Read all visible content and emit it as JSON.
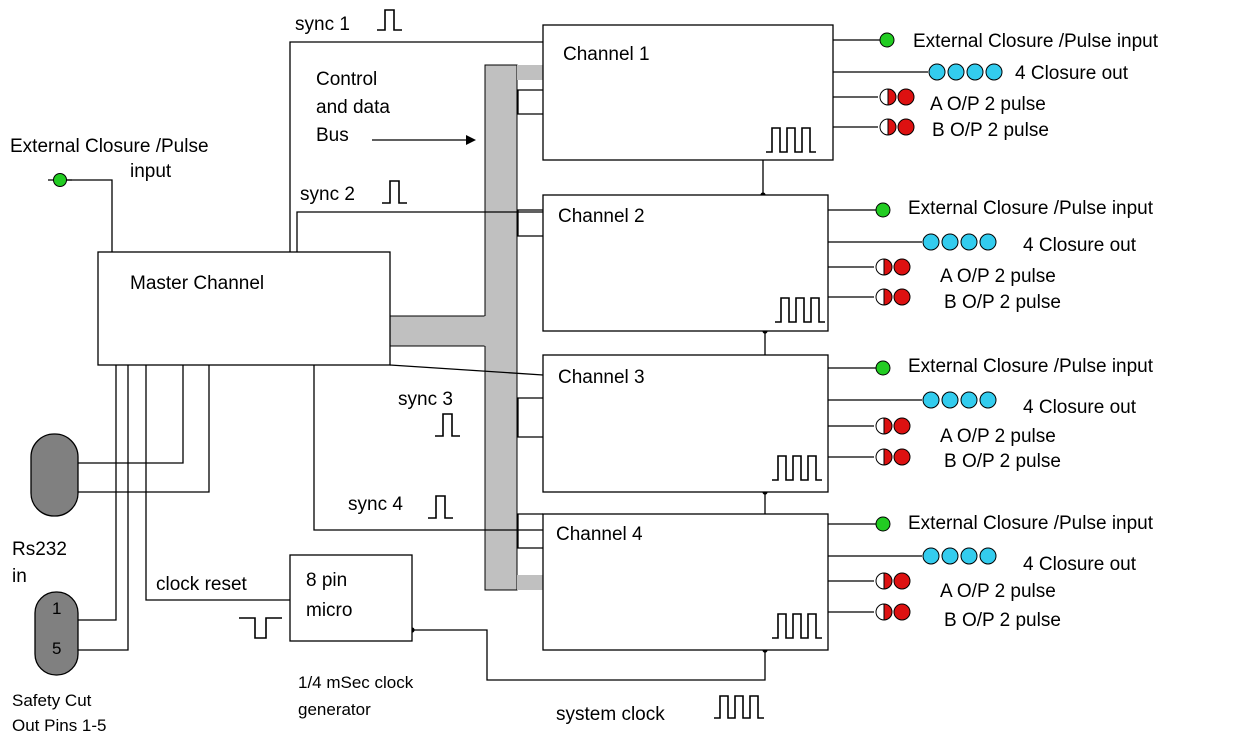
{
  "master": {
    "label": "Master Channel"
  },
  "master_input": {
    "line1": "External Closure /Pulse",
    "line2": "input"
  },
  "bus_label": {
    "line1": "Control",
    "line2": "and data",
    "line3": "Bus"
  },
  "sync_labels": [
    "sync 1",
    "sync 2",
    "sync 3",
    "sync 4"
  ],
  "channels": [
    {
      "title": "Channel 1",
      "ext_input": "External Closure /Pulse input",
      "closure_out": "4 Closure out",
      "a_out": "A O/P  2 pulse",
      "b_out": "B O/P 2 pulse"
    },
    {
      "title": "Channel 2",
      "ext_input": "External Closure /Pulse input",
      "closure_out": "4 Closure out",
      "a_out": "A O/P  2 pulse",
      "b_out": "B O/P 2 pulse"
    },
    {
      "title": "Channel 3",
      "ext_input": "External Closure /Pulse input",
      "closure_out": "4 Closure out",
      "a_out": "A O/P  2 pulse",
      "b_out": "B O/P 2 pulse"
    },
    {
      "title": "Channel 4",
      "ext_input": "External Closure /Pulse input",
      "closure_out": "4 Closure out",
      "a_out": "A O/P  2 pulse",
      "b_out": "B O/P 2 pulse"
    }
  ],
  "micro": {
    "line1": "8 pin",
    "line2": "micro"
  },
  "clock_gen": {
    "line1": "1/4 mSec clock",
    "line2": "generator"
  },
  "clock_reset": "clock reset",
  "system_clock": "system clock",
  "rs232": {
    "line1": "Rs232",
    "line2": "in"
  },
  "safety": {
    "pin1": "1",
    "pin5": "5",
    "line1": "Safety Cut",
    "line2": "Out Pins 1-5"
  },
  "colors": {
    "bus": "#c0c0c0",
    "green": "#22cc22",
    "cyan": "#33ccee",
    "red": "#dd1111",
    "connector": "#808080"
  }
}
